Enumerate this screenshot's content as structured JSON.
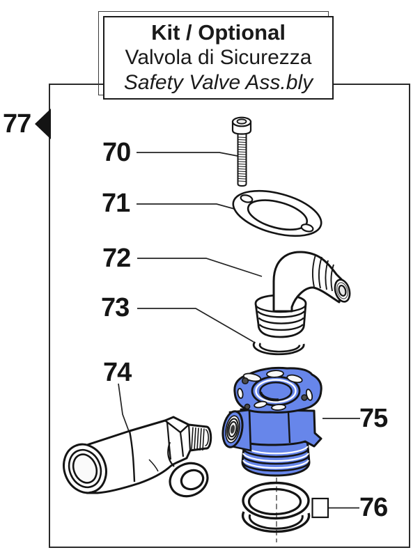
{
  "title_box": {
    "line1": "Kit / Optional",
    "line2": "Valvola di Sicurezza",
    "line3": "Safety Valve Ass.bly"
  },
  "part_labels": {
    "p70": "70",
    "p71": "71",
    "p72": "72",
    "p73": "73",
    "p74": "74",
    "p75": "75",
    "p76": "76",
    "p77": "77"
  },
  "colors": {
    "highlight_blue": "#6786ea",
    "line_color": "#141414",
    "background": "#ffffff"
  }
}
